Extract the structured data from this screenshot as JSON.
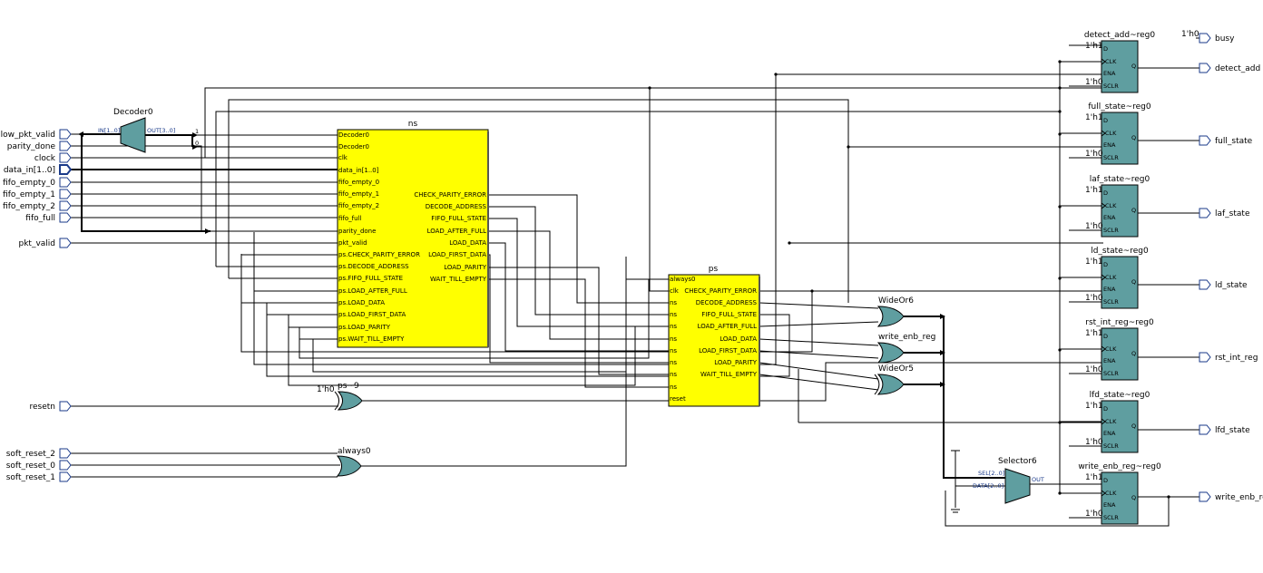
{
  "inputs": [
    "low_pkt_valid",
    "parity_done",
    "clock",
    "data_in[1..0]",
    "fifo_empty_0",
    "fifo_empty_1",
    "fifo_empty_2",
    "fifo_full",
    "pkt_valid",
    "resetn",
    "soft_reset_2",
    "soft_reset_0",
    "soft_reset_1"
  ],
  "outputs": [
    "busy",
    "detect_add",
    "full_state",
    "laf_state",
    "ld_state",
    "rst_int_reg",
    "lfd_state",
    "write_enb_re"
  ],
  "const_h0": "1'h0",
  "const_h1": "1'h1",
  "decoder": {
    "name": "Decoder0",
    "in_port": "IN[1..0]",
    "out_port": "OUT[3..0]",
    "bit1": "1",
    "bit0": "0"
  },
  "ns_block": {
    "name": "ns",
    "inputs": [
      "Decoder0",
      "Decoder0",
      "clk",
      "data_in[1..0]",
      "fifo_empty_0",
      "fifo_empty_1",
      "fifo_empty_2",
      "fifo_full",
      "parity_done",
      "pkt_valid",
      "ps.CHECK_PARITY_ERROR",
      "ps.DECODE_ADDRESS",
      "ps.FIFO_FULL_STATE",
      "ps.LOAD_AFTER_FULL",
      "ps.LOAD_DATA",
      "ps.LOAD_FIRST_DATA",
      "ps.LOAD_PARITY",
      "ps.WAIT_TILL_EMPTY"
    ],
    "outputs": [
      "CHECK_PARITY_ERROR",
      "DECODE_ADDRESS",
      "FIFO_FULL_STATE",
      "LOAD_AFTER_FULL",
      "LOAD_DATA",
      "LOAD_FIRST_DATA",
      "LOAD_PARITY",
      "WAIT_TILL_EMPTY"
    ]
  },
  "ps_block": {
    "name": "ps",
    "inputs": [
      "always0",
      "clk",
      "ns",
      "ns",
      "ns",
      "ns",
      "ns",
      "ns",
      "ns",
      "ns",
      "reset"
    ],
    "outputs": [
      "CHECK_PARITY_ERROR",
      "DECODE_ADDRESS",
      "FIFO_FULL_STATE",
      "LOAD_AFTER_FULL",
      "LOAD_DATA",
      "LOAD_FIRST_DATA",
      "LOAD_PARITY",
      "WAIT_TILL_EMPTY"
    ]
  },
  "gates": {
    "ps9": "ps~9",
    "always0": "always0",
    "wideor6": "WideOr6",
    "write_enb_reg": "write_enb_reg",
    "wideor5": "WideOr5"
  },
  "selector": {
    "name": "Selector6",
    "sel": "SEL[2..0]",
    "data": "DATA[2..0]",
    "out": "OUT"
  },
  "registers": [
    {
      "name": "detect_add~reg0"
    },
    {
      "name": "full_state~reg0"
    },
    {
      "name": "laf_state~reg0"
    },
    {
      "name": "ld_state~reg0"
    },
    {
      "name": "rst_int_reg~reg0"
    },
    {
      "name": "lfd_state~reg0"
    },
    {
      "name": "write_enb_reg~reg0"
    }
  ],
  "reg_ports": [
    "D",
    "CLK",
    "ENA",
    "SCLR",
    "Q"
  ],
  "colors": {
    "block_fill": "#ffff00",
    "gate_fill": "#5f9ea0",
    "pin": "#1a3a8a",
    "wire": "#000000"
  }
}
